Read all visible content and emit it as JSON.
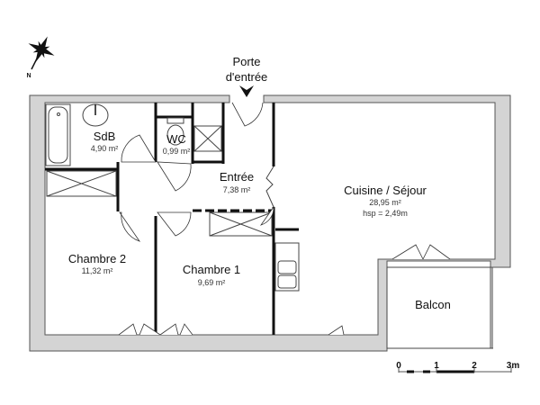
{
  "entrance": {
    "line1": "Porte",
    "line2": "d'entrée"
  },
  "rooms": {
    "sdb": {
      "name": "SdB",
      "area": "4,90 m²"
    },
    "wc": {
      "name": "WC",
      "area": "0,99 m²"
    },
    "entree": {
      "name": "Entrée",
      "area": "7,38 m²"
    },
    "sejour": {
      "name": "Cuisine / Séjour",
      "area": "28,95 m²",
      "height": "hsp = 2,49m"
    },
    "chambre2": {
      "name": "Chambre 2",
      "area": "11,32 m²"
    },
    "chambre1": {
      "name": "Chambre 1",
      "area": "9,69 m²"
    },
    "balcon": {
      "name": "Balcon"
    }
  },
  "scale": {
    "ticks": [
      "0",
      "1",
      "2",
      "3m"
    ]
  },
  "compass": {
    "north": "N"
  },
  "icons": [
    "compass-rose-icon",
    "entrance-arrow-icon"
  ]
}
